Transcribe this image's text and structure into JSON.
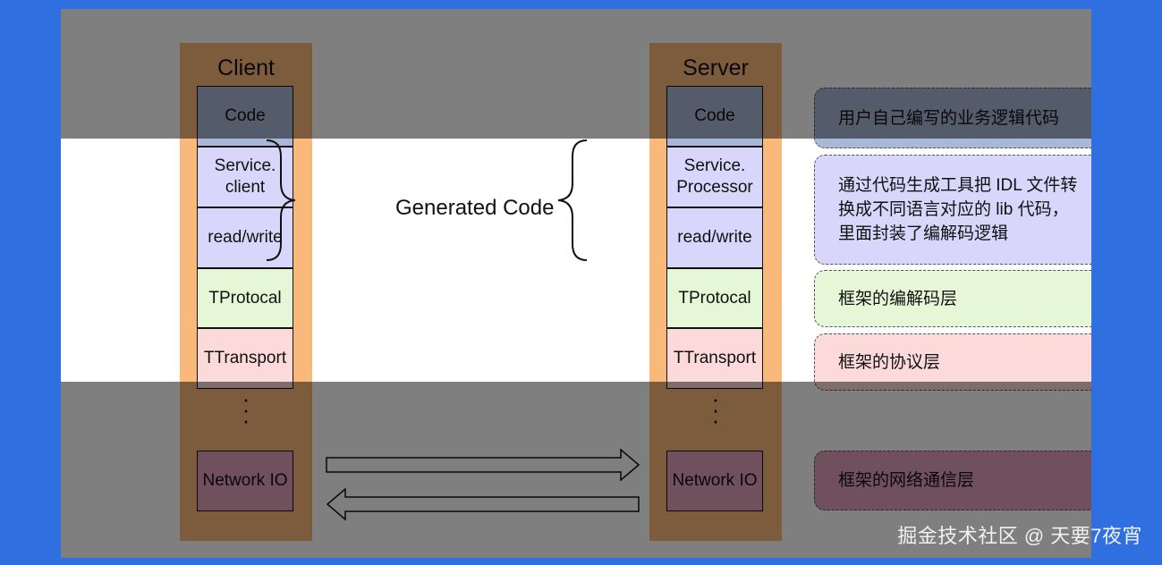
{
  "client": {
    "title": "Client",
    "blocks": [
      "Code",
      "Service.\nclient",
      "read/write",
      "TProtocal",
      "TTransport",
      "Network IO"
    ],
    "dots": "·\n·\n·"
  },
  "server": {
    "title": "Server",
    "blocks": [
      "Code",
      "Service.\nProcessor",
      "read/write",
      "TProtocal",
      "TTransport",
      "Network IO"
    ],
    "dots": "·\n·\n·"
  },
  "generated_code_label": "Generated Code",
  "descriptions": [
    "用户自己编写的业务逻辑代码",
    "通过代码生成工具把 IDL 文件转换成不同语言对应的 lib 代码，里面封装了编解码逻辑",
    "框架的编解码层",
    "框架的协议层",
    "框架的网络通信层"
  ],
  "colors": {
    "background": "#2f6fe0",
    "column": "#f9b97a",
    "code": "#a9b8d6",
    "generated": "#d9d6fb",
    "protocol": "#e5f7d7",
    "transport": "#fcdada",
    "network": "#e2a0bd"
  },
  "watermark": "掘金技术社区 @ 天要7夜宵"
}
